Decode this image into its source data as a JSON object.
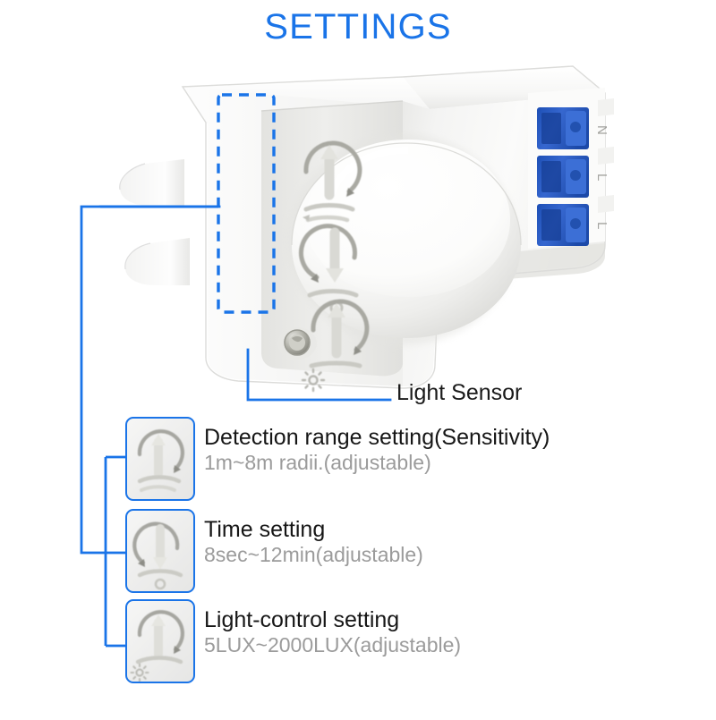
{
  "page": {
    "title": "SETTINGS",
    "title_color": "#1a74e8",
    "background": "#ffffff",
    "accent_color": "#1a74e8"
  },
  "device": {
    "name": "microwave-motion-sensor",
    "body_color": "#f2f2f0",
    "terminal_color": "#2a5fc9",
    "terminal_labels": [
      "N",
      "L",
      "L"
    ],
    "dial_count": 3
  },
  "callouts": {
    "light_sensor": {
      "label": "Light Sensor",
      "color": "#1a74e8"
    },
    "dials_group": {
      "label": "",
      "color": "#1a74e8"
    }
  },
  "legend": {
    "items": [
      {
        "icon": "detection-range-dial-icon",
        "title": "Detection range setting(Sensitivity)",
        "subtitle": "1m~8m radii.(adjustable)"
      },
      {
        "icon": "time-setting-dial-icon",
        "title": "Time setting",
        "subtitle": "8sec~12min(adjustable)"
      },
      {
        "icon": "light-control-dial-icon",
        "title": "Light-control setting",
        "subtitle": "5LUX~2000LUX(adjustable)"
      }
    ]
  }
}
